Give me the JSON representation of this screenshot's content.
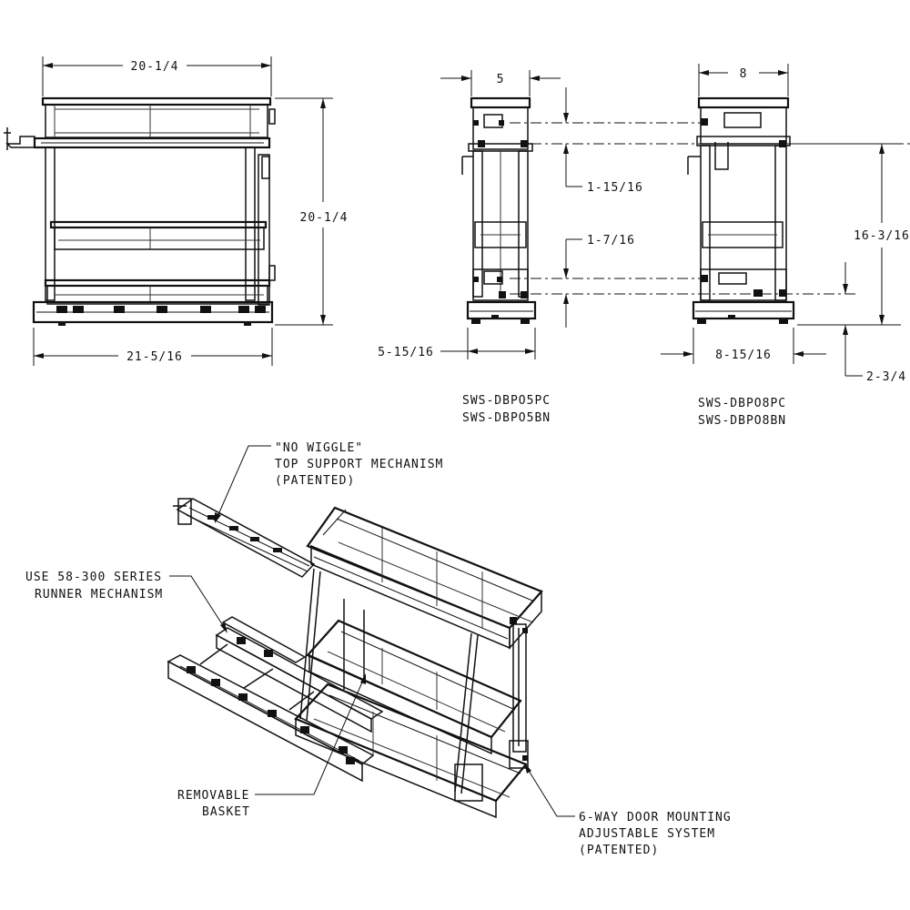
{
  "dimensions": {
    "front_width_top": "20-1/4",
    "front_height": "20-1/4",
    "front_width_bottom": "21-5/16",
    "side5_top": "5",
    "side5_bottom": "5-15/16",
    "side5_gap_upper": "1-15/16",
    "side5_gap_lower": "1-7/16",
    "side8_top": "8",
    "side8_bottom": "8-15/16",
    "side8_height": "16-3/16",
    "side8_base": "2-3/4"
  },
  "models": {
    "narrow": [
      "SWS-DBPO5PC",
      "SWS-DBPO5BN"
    ],
    "wide": [
      "SWS-DBPO8PC",
      "SWS-DBPO8BN"
    ]
  },
  "callouts": {
    "top_support": [
      "\"NO WIGGLE\"",
      "TOP SUPPORT MECHANISM",
      "(PATENTED)"
    ],
    "runner": [
      "USE 58-300 SERIES",
      "RUNNER MECHANISM"
    ],
    "basket": [
      "REMOVABLE",
      "BASKET"
    ],
    "door_mount": [
      "6-WAY DOOR MOUNTING",
      "ADJUSTABLE SYSTEM",
      "(PATENTED)"
    ]
  }
}
